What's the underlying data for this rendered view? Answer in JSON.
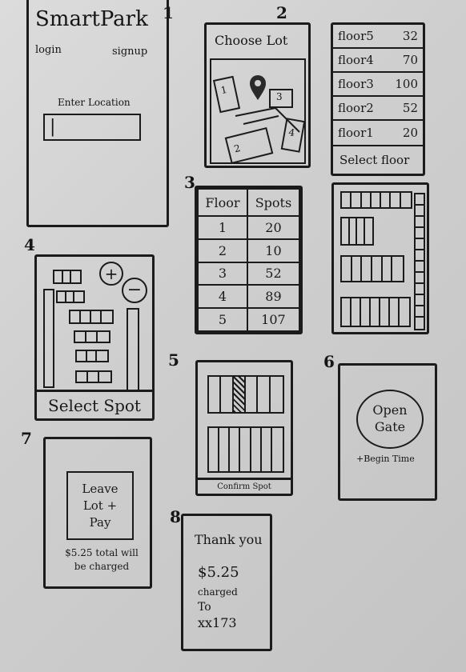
{
  "screens": {
    "s1": {
      "number": "1",
      "app_title": "SmartPark",
      "login": "login",
      "signup": "signup",
      "location_label": "Enter Location",
      "location_value": "|"
    },
    "s2": {
      "number": "2",
      "title": "Choose Lot",
      "lot_labels": [
        "1",
        "3",
        "2",
        "4"
      ],
      "floors": [
        {
          "label": "floor5",
          "spots": "32"
        },
        {
          "label": "floor4",
          "spots": "70"
        },
        {
          "label": "floor3",
          "spots": "100"
        },
        {
          "label": "floor2",
          "spots": "52"
        },
        {
          "label": "floor1",
          "spots": "20"
        }
      ],
      "select_floor": "Select floor"
    },
    "s3": {
      "number": "3",
      "col_floor": "Floor",
      "col_spots": "Spots",
      "rows": [
        {
          "floor": "1",
          "spots": "20"
        },
        {
          "floor": "2",
          "spots": "10"
        },
        {
          "floor": "3",
          "spots": "52"
        },
        {
          "floor": "4",
          "spots": "89"
        },
        {
          "floor": "5",
          "spots": "107"
        }
      ]
    },
    "s4": {
      "number": "4",
      "zoom_in": "+",
      "zoom_out": "−",
      "select_spot": "Select Spot"
    },
    "s5": {
      "number": "5",
      "confirm": "Confirm Spot"
    },
    "s6": {
      "number": "6",
      "open_gate": "Open Gate",
      "begin_time": "+Begin Time"
    },
    "s7": {
      "number": "7",
      "leave_pay": "Leave Lot + Pay",
      "charge_note": "$5.25 total will be charged"
    },
    "s8": {
      "number": "8",
      "thank_you": "Thank you",
      "amount": "$5.25",
      "charged": "charged",
      "to": "To",
      "card": "xx173"
    }
  }
}
